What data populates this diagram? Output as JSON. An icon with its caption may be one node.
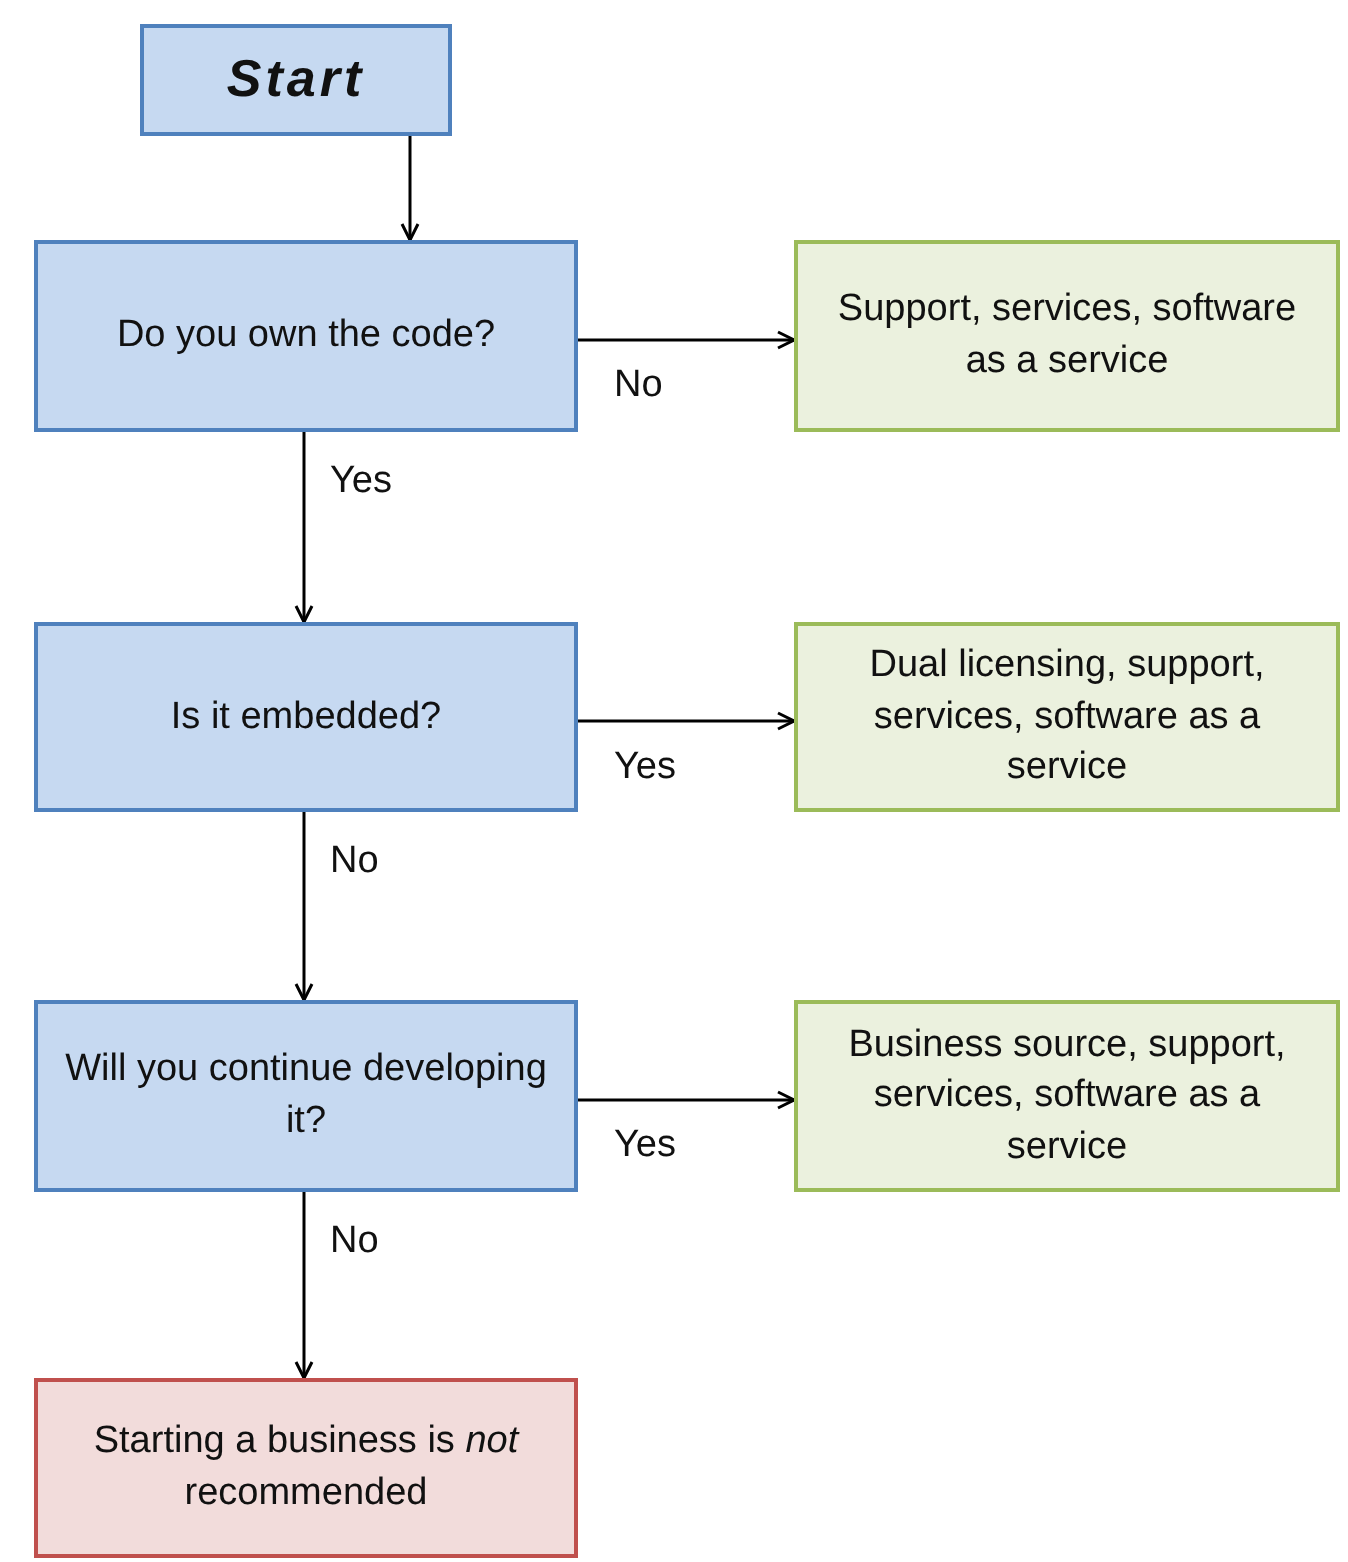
{
  "diagram": {
    "nodes": [
      {
        "text": [
          "Start"
        ]
      },
      {
        "text": [
          "Do you own the code?"
        ]
      },
      {
        "text": [
          "Support, services, software as a service"
        ]
      },
      {
        "text": [
          "Is it embedded?"
        ]
      },
      {
        "text": [
          "Dual licensing, support, services, software as a service"
        ]
      },
      {
        "text": [
          "Will you continue developing it?"
        ]
      },
      {
        "text": [
          "Business source, support, services, software as a service"
        ]
      },
      {
        "text": [
          "Starting a business is *not* recommended"
        ]
      }
    ],
    "edges": [
      {
        "from": 0,
        "to": 1,
        "arrow": "to"
      },
      {
        "from": 1,
        "to": 2,
        "arrow": "to",
        "label": "No"
      },
      {
        "from": 1,
        "to": 3,
        "arrow": "to",
        "label": "Yes"
      },
      {
        "from": 3,
        "to": 4,
        "arrow": "to",
        "label": "Yes"
      },
      {
        "from": 3,
        "to": 5,
        "arrow": "to",
        "label": "No"
      },
      {
        "from": 5,
        "to": 6,
        "arrow": "to",
        "label": "Yes"
      },
      {
        "from": 5,
        "to": 7,
        "arrow": "to",
        "label": "No"
      }
    ]
  }
}
